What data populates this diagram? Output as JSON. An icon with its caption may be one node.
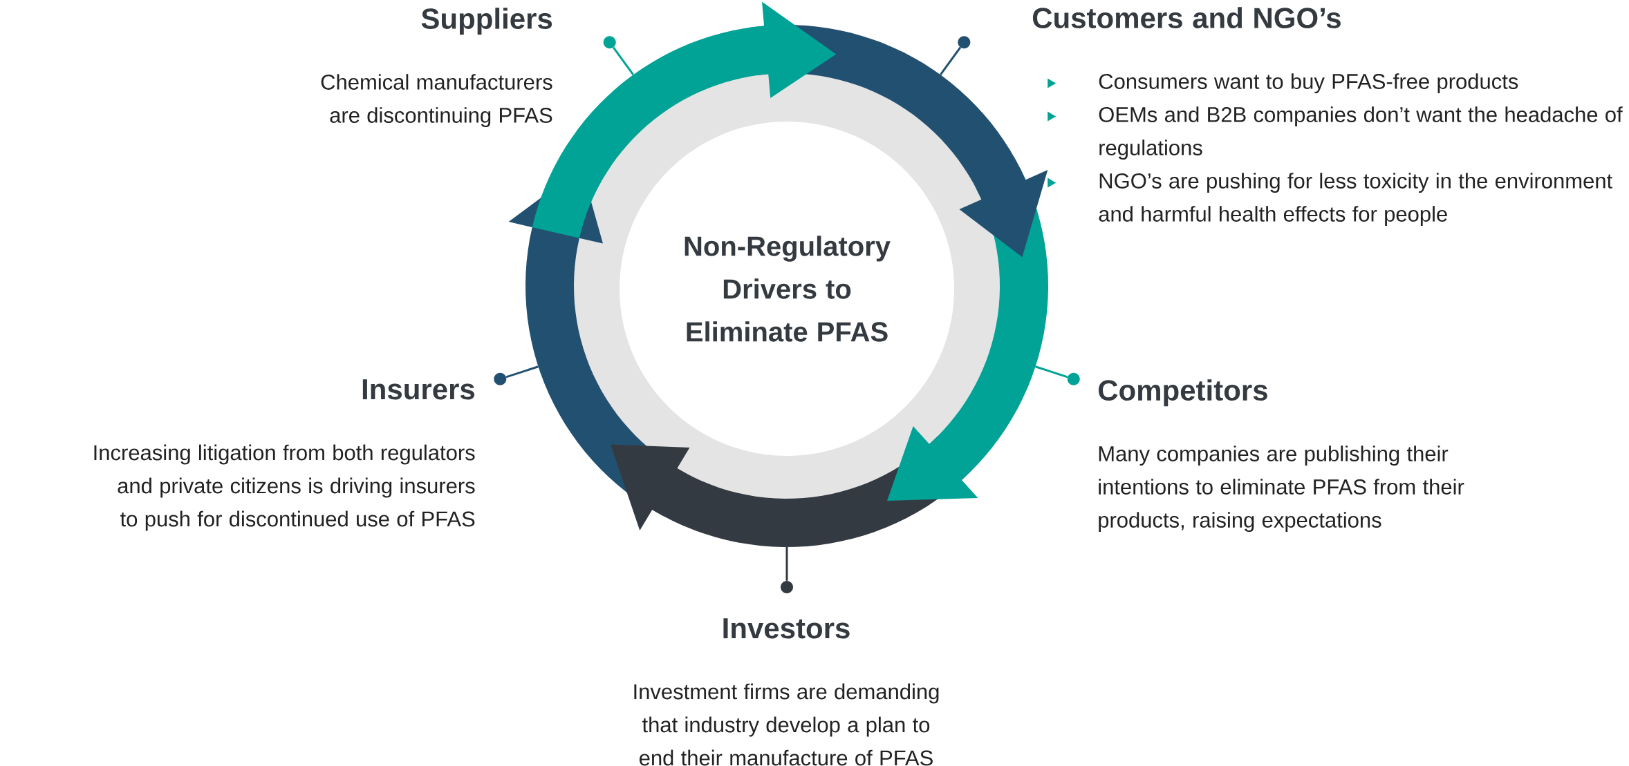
{
  "diagram": {
    "nodes": [
      {
        "text": [
          "Non-Regulatory Drivers to Eliminate PFAS"
        ]
      },
      {
        "text": [
          "Suppliers",
          "Chemical manufacturers are discontinuing PFAS"
        ]
      },
      {
        "text": [
          "Customers and NGO’s",
          "Consumers want to buy PFAS-free products",
          "OEMs and B2B companies don’t want the headache of regulations",
          "NGO’s are pushing for less toxicity in the environment and harmful health effects for people"
        ]
      },
      {
        "text": [
          "Competitors",
          "Many companies are publishing their intentions to eliminate PFAS from their products, raising expectations"
        ]
      },
      {
        "text": [
          "Investors",
          "Investment firms are demanding that industry develop a plan to end their manufacture of PFAS"
        ]
      },
      {
        "text": [
          "Insurers",
          "Increasing litigation from both regulators and private citizens is driving insurers to push for discontinued use of PFAS"
        ]
      }
    ],
    "edges": [
      {
        "from": 1,
        "to": null,
        "arrow": "none",
        "color": "#00a396"
      },
      {
        "from": 2,
        "to": null,
        "arrow": "none",
        "color": "#225070"
      },
      {
        "from": 3,
        "to": null,
        "arrow": "none",
        "color": "#00a396"
      },
      {
        "from": 4,
        "to": null,
        "arrow": "none",
        "color": "#343a42"
      },
      {
        "from": 5,
        "to": null,
        "arrow": "none",
        "color": "#225070"
      }
    ]
  }
}
